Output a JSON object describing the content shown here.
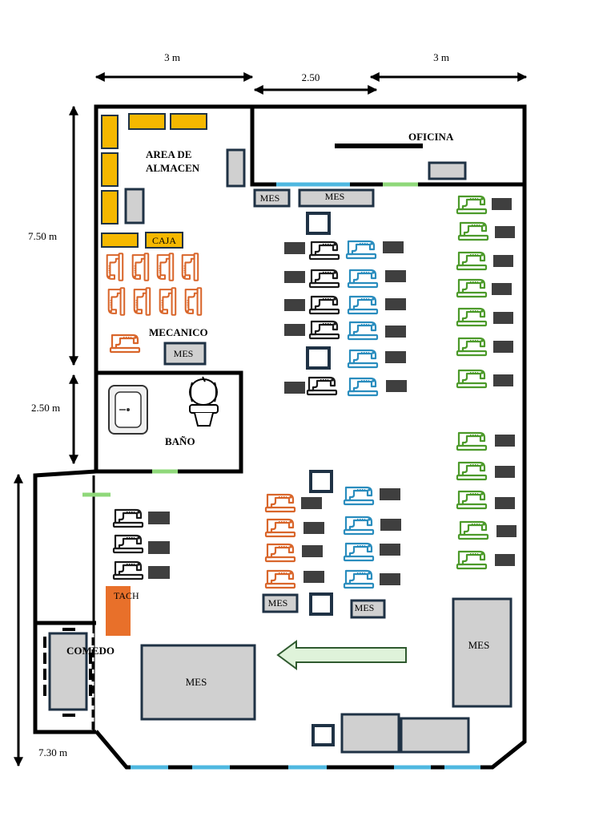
{
  "dimensions": {
    "top_left": "3 m",
    "top_middle": "2.50",
    "top_right": "3 m",
    "left_upper": "7.50 m",
    "left_middle": "2.50 m",
    "left_lower": "7.30 m"
  },
  "rooms": {
    "storage": [
      "AREA DE",
      "ALMACEN"
    ],
    "cashier": "CAJA",
    "office": "OFICINA",
    "mechanic": "MECANICO",
    "bathroom": "BAÑO",
    "dining": "COMEDO",
    "bin": "TACH"
  },
  "tables": {
    "office_small": "MES",
    "office_large": "MES",
    "mechanic": "MES",
    "mid_left": "MES",
    "mid_right": "MES",
    "big_center": "MES",
    "big_right": "MES"
  },
  "colors": {
    "wall": "#000000",
    "storage": "#F5B800",
    "mechanic_machine": "#D9662B",
    "black_machine": "#1a1a1a",
    "blue_machine": "#2A8DBE",
    "green_machine": "#4C9A2A",
    "stool": "#3f3f3f",
    "table_fill": "#d0d0d0",
    "table_border": "#1f3245",
    "window": "#4FB8E0",
    "door": "#8FD87A",
    "bin": "#E8702A",
    "arrow": "#DFF3DA"
  },
  "icons": [
    "sewing-machine-icon",
    "sink-icon",
    "toilet-icon",
    "direction-arrow-icon"
  ]
}
